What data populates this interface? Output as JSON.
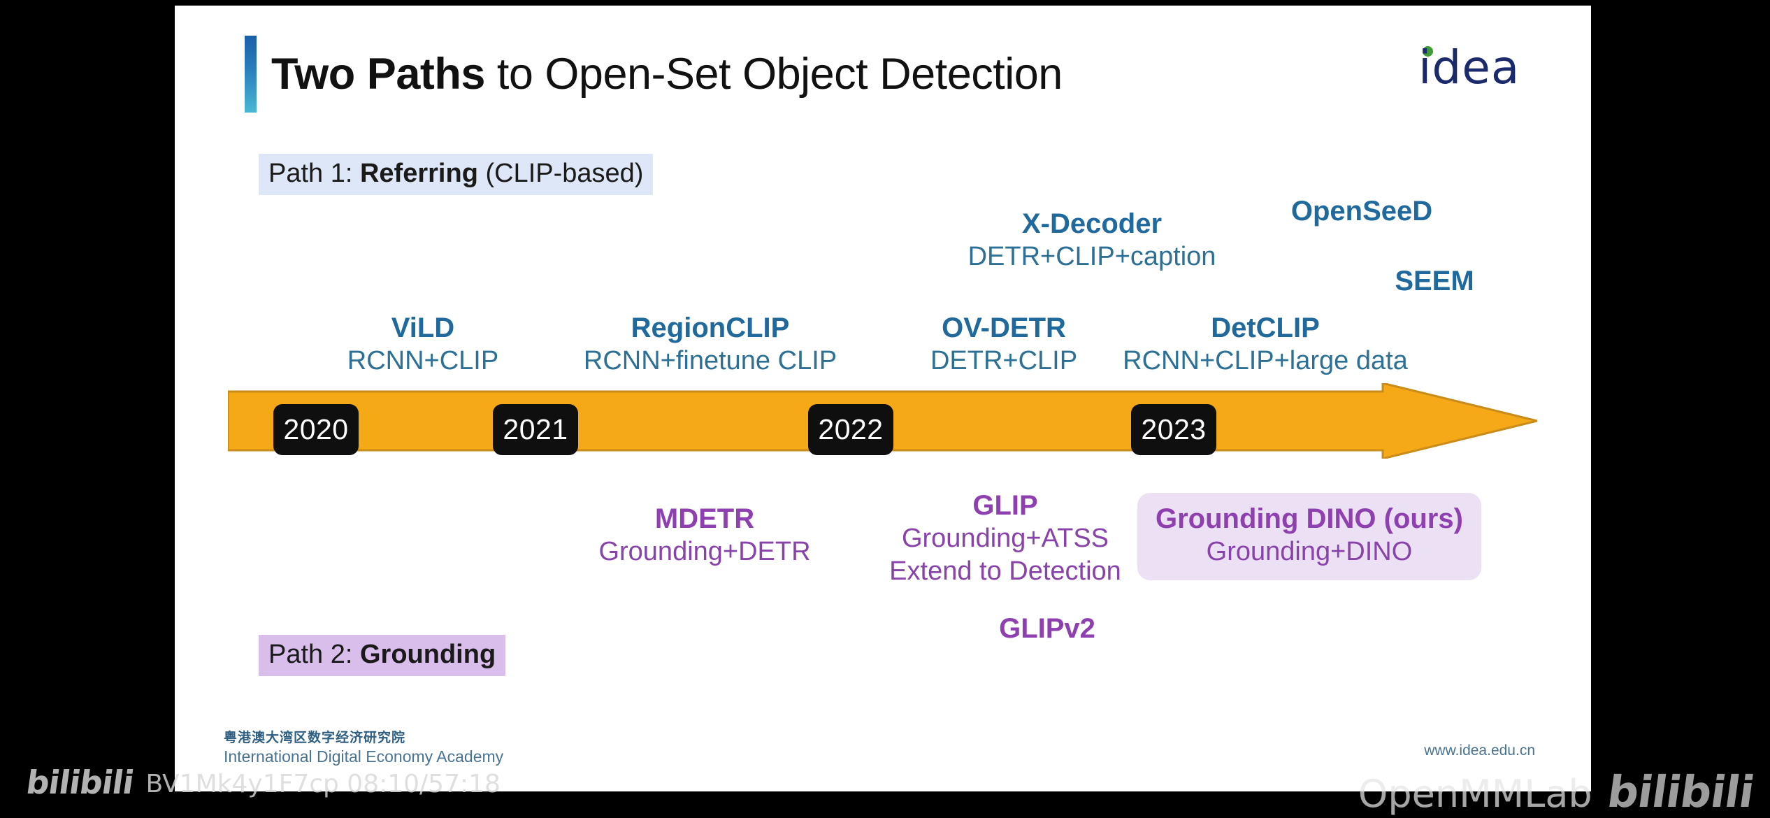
{
  "slide": {
    "title": {
      "strong": "Two Paths",
      "rest": " to Open-Set Object Detection"
    },
    "logo": {
      "wordmark": "idea",
      "dot_color": "#3f9b35",
      "text_color": "#1b2a6b"
    },
    "path_1": {
      "prefix": "Path 1: ",
      "strong": "Referring",
      "suffix": " (CLIP-based)",
      "bg_color": "#dde7f7"
    },
    "path_2": {
      "prefix": "Path 2: ",
      "strong": "Grounding",
      "suffix": "",
      "bg_color": "#d9bdea"
    },
    "colors": {
      "accent_blue": "#20699c",
      "accent_purple": "#8e3fb0",
      "timeline_orange": "#f5a916",
      "timeline_border": "#c98b1a",
      "year_badge_bg": "#100f0f",
      "ours_box_bg": "#ece1f4"
    },
    "timeline": {
      "years": [
        "2020",
        "2021",
        "2022",
        "2023"
      ],
      "arrow_direction": "right"
    },
    "referring_entries": [
      {
        "name": "ViLD",
        "sub": "RCNN+CLIP"
      },
      {
        "name": "RegionCLIP",
        "sub": "RCNN+finetune CLIP"
      },
      {
        "name": "OV-DETR",
        "sub": "DETR+CLIP"
      },
      {
        "name": "DetCLIP",
        "sub": "RCNN+CLIP+large data"
      },
      {
        "name": "X-Decoder",
        "sub": "DETR+CLIP+caption"
      },
      {
        "name": "OpenSeeD",
        "sub": ""
      },
      {
        "name": "SEEM",
        "sub": ""
      }
    ],
    "grounding_entries": [
      {
        "name": "MDETR",
        "sub": "Grounding+DETR"
      },
      {
        "name": "GLIP",
        "sub": "Grounding+ATSS\nExtend to Detection"
      },
      {
        "name": "Grounding DINO (ours)",
        "sub": "Grounding+DINO",
        "highlighted": true
      },
      {
        "name": "GLIPv2",
        "sub": ""
      }
    ],
    "footer": {
      "org_cn": "粤港澳大湾区数字经济研究院",
      "org_en": "International Digital Economy Academy",
      "url": "www.idea.edu.cn"
    }
  },
  "watermark": {
    "left_logo": "bilibili",
    "left_meta": "BV1Mk4y1F7cp 08:10/57:18",
    "right_brand": "OpenMMLab",
    "right_logo": "bilibili"
  }
}
